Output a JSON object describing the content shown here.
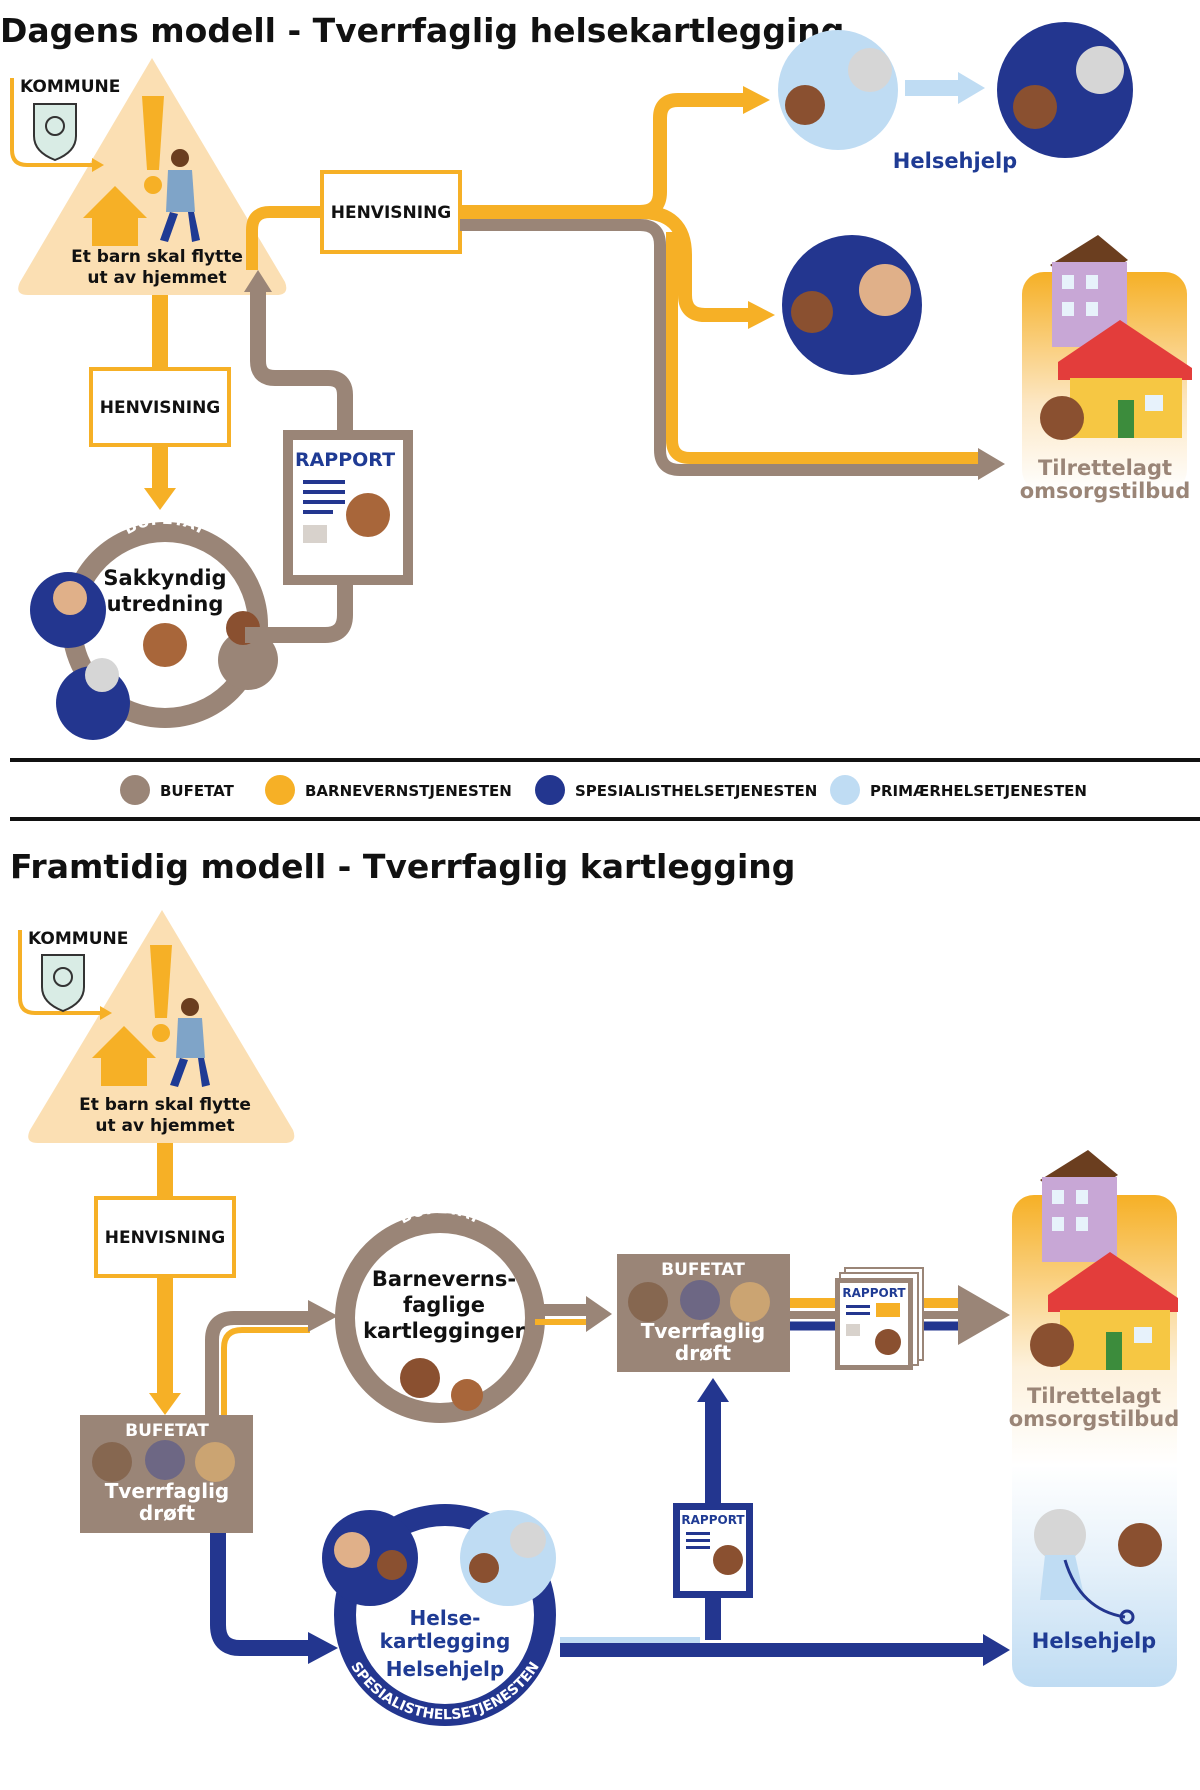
{
  "colors": {
    "bufetat": "#9a8577",
    "barnevern": "#f6b026",
    "spesialist": "#23368f",
    "primaer": "#bfdcf3",
    "peach": "#fbdfb3"
  },
  "top": {
    "title": "Dagens modell - Tverrfaglig helsekartlegging",
    "kommune": "KOMMUNE",
    "child_line1": "Et barn skal flytte",
    "child_line2": "ut av hjemmet",
    "henvisning_1": "HENVISNING",
    "henvisning_2": "HENVISNING",
    "rapport": "RAPPORT",
    "bufetat_ring": "BUFETAT",
    "sakkyndig_line1": "Sakkyndig",
    "sakkyndig_line2": "utredning",
    "helsehjelp": "Helsehjelp",
    "omsorg_line1": "Tilrettelagt",
    "omsorg_line2": "omsorgstilbud"
  },
  "legend": [
    {
      "label": "BUFETAT",
      "color": "#9a8577"
    },
    {
      "label": "BARNEVERNSTJENESTEN",
      "color": "#f6b026"
    },
    {
      "label": "SPESIALISTHELSETJENESTEN",
      "color": "#23368f"
    },
    {
      "label": "PRIMÆRHELSETJENESTEN",
      "color": "#bfdcf3"
    }
  ],
  "bottom": {
    "title": "Framtidig modell - Tverrfaglig kartlegging",
    "kommune": "KOMMUNE",
    "child_line1": "Et barn skal flytte",
    "child_line2": "ut av hjemmet",
    "henvisning": "HENVISNING",
    "bufetat_box1_head": "BUFETAT",
    "tverrfaglig_line1": "Tverrfaglig",
    "tverrfaglig_line2": "drøft",
    "bufetat_ring": "BUFETAT",
    "barnevern_line1": "Barneverns-",
    "barnevern_line2": "faglige",
    "barnevern_line3": "kartlegginger",
    "bufetat_box2_head": "BUFETAT",
    "tverrfaglig2_line1": "Tverrfaglig",
    "tverrfaglig2_line2": "drøft",
    "rapport_1": "RAPPORT",
    "rapport_2": "RAPPORT",
    "helse_line1": "Helse-",
    "helse_line2": "kartlegging",
    "helse_line3": "Helsehjelp",
    "spesialist_ring": "SPESIALISTHELSETJENESTEN",
    "omsorg_line1": "Tilrettelagt",
    "omsorg_line2": "omsorgstilbud",
    "helsehjelp": "Helsehjelp"
  }
}
